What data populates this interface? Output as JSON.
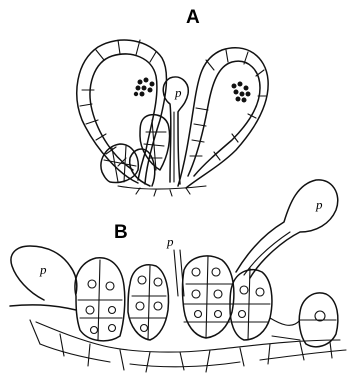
{
  "panels": [
    {
      "label": "A",
      "part_labels": [
        "p"
      ]
    },
    {
      "label": "B",
      "part_labels": [
        "p",
        "p",
        "p"
      ]
    }
  ]
}
